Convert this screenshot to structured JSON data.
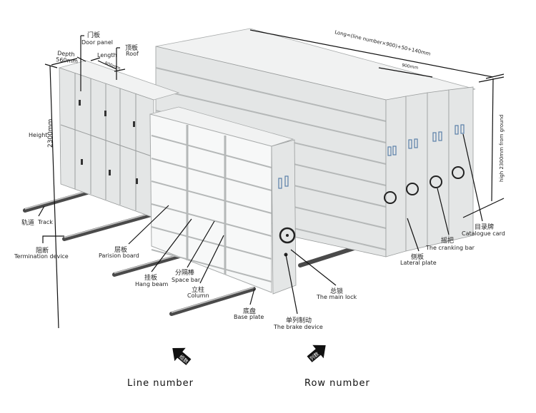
{
  "dimensions": {
    "door_panel_zh": "门板",
    "door_panel": "Door panel",
    "roof_zh": "顶板",
    "roof": "Roof",
    "depth": "Depth",
    "depth_value": "560mm",
    "length": "Length",
    "length_value": "800mm",
    "height": "Height",
    "height_value": "2300mm",
    "long_formula": "Long=(line number×900)+50+140mm",
    "bay_width": "900mm",
    "high_from_ground": "high 2300mm from ground"
  },
  "parts": {
    "track_zh": "轨道",
    "track": "Track",
    "termination_zh": "阻断",
    "termination": "Termination device",
    "partition_zh": "层板",
    "partition": "Parision board",
    "hang_beam_zh": "挂板",
    "hang_beam": "Hang beam",
    "space_bar_zh": "分隔棒",
    "space_bar": "Space bar",
    "column_zh": "立柱",
    "column": "Column",
    "base_plate_zh": "底盘",
    "base_plate": "Base plate",
    "brake_zh": "单列制动",
    "brake": "The brake device",
    "main_lock_zh": "总锁",
    "main_lock": "The main lock",
    "lateral_zh": "侧板",
    "lateral": "Lateral plate",
    "cranking_zh": "摇把",
    "cranking": "The cranking bar",
    "catalogue_zh": "目录牌",
    "catalogue": "Catalogue card"
  },
  "legend": {
    "line_arrow_zh": "组数",
    "line_number": "Line number",
    "row_arrow_zh": "列数",
    "row_number": "Row number"
  },
  "colors": {
    "cabinet": "#e4e6e6",
    "rail": "#4a4a4a",
    "handle": "#5a7fa8"
  }
}
